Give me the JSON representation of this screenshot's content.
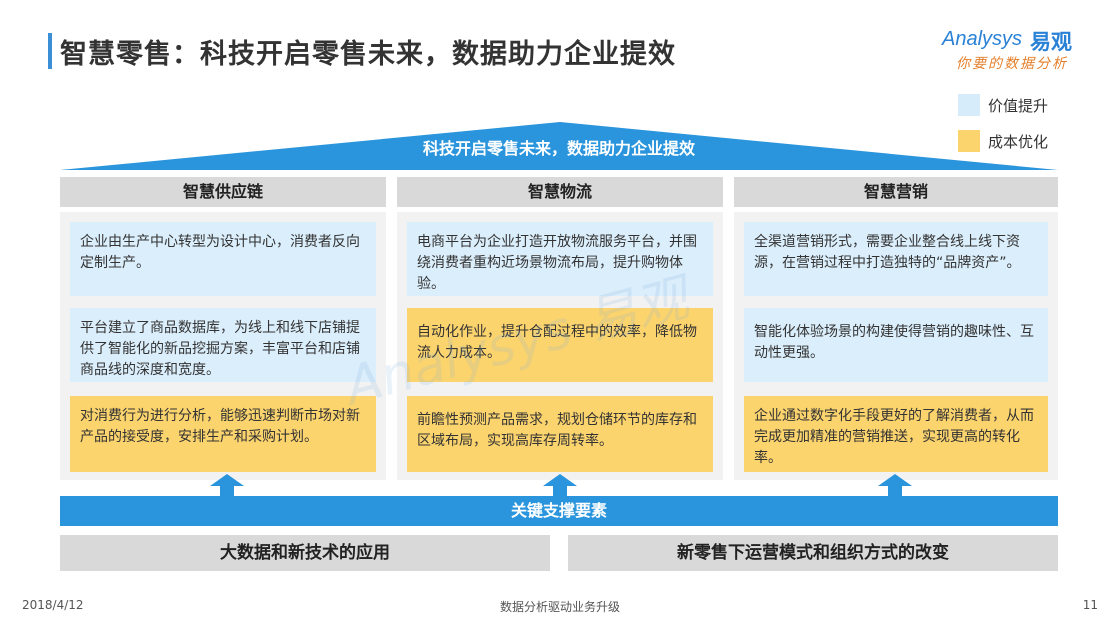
{
  "title": "智慧零售：科技开启零售未来，数据助力企业提效",
  "logo": {
    "en": "Analysys",
    "cn": "易观",
    "slogan": "你要的数据分析"
  },
  "legend": [
    {
      "label": "价值提升",
      "color": "#d6ecfa"
    },
    {
      "label": "成本优化",
      "color": "#fcd46e"
    }
  ],
  "roof_label": "科技开启零售未来，数据助力企业提效",
  "columns": [
    {
      "header": "智慧供应链",
      "cells": [
        {
          "text": "企业由生产中心转型为设计中心，消费者反向定制生产。",
          "type": "blue"
        },
        {
          "text": "平台建立了商品数据库，为线上和线下店铺提供了智能化的新品挖掘方案，丰富平台和店铺商品线的深度和宽度。",
          "type": "blue"
        },
        {
          "text": "对消费行为进行分析，能够迅速判断市场对新产品的接受度，安排生产和采购计划。",
          "type": "yellow"
        }
      ]
    },
    {
      "header": "智慧物流",
      "cells": [
        {
          "text": "电商平台为企业打造开放物流服务平台，并围绕消费者重构近场景物流布局，提升购物体验。",
          "type": "blue"
        },
        {
          "text": "自动化作业，提升仓配过程中的效率，降低物流人力成本。",
          "type": "yellow"
        },
        {
          "text": "前瞻性预测产品需求，规划仓储环节的库存和区域布局，实现高库存周转率。",
          "type": "yellow"
        }
      ]
    },
    {
      "header": "智慧营销",
      "cells": [
        {
          "text": "全渠道营销形式，需要企业整合线上线下资源，在营销过程中打造独特的“品牌资产”。",
          "type": "blue"
        },
        {
          "text": "智能化体验场景的构建使得营销的趣味性、互动性更强。",
          "type": "blue"
        },
        {
          "text": "企业通过数字化手段更好的了解消费者，从而完成更加精准的营销推送，实现更高的转化率。",
          "type": "yellow"
        }
      ]
    }
  ],
  "support_label": "关键支撑要素",
  "foundations": [
    "大数据和新技术的应用",
    "新零售下运营模式和组织方式的改变"
  ],
  "footer": {
    "date": "2018/4/12",
    "center": "数据分析驱动业务升级",
    "page": "11"
  },
  "watermark": "Analysys 易观"
}
